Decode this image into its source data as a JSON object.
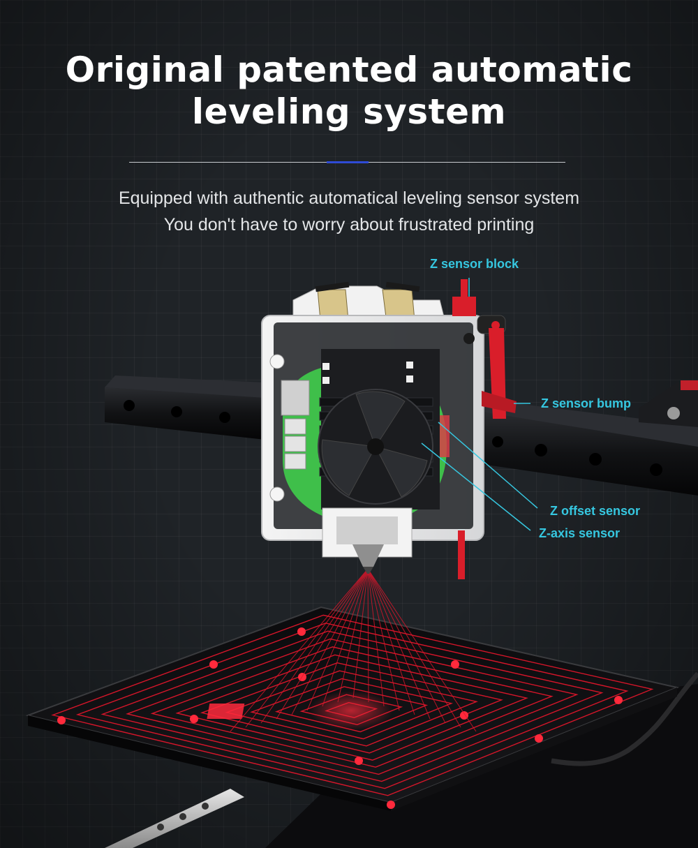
{
  "headline": {
    "line1": "Original patented automatic",
    "line2": "leveling system"
  },
  "subtext": {
    "line1": "Equipped with authentic automatical leveling sensor system",
    "line2": "You don't have to worry about frustrated printing"
  },
  "callouts": {
    "z_sensor_block": "Z sensor block",
    "z_sensor_bump": "Z sensor bump",
    "z_offset_sensor": "Z offset sensor",
    "z_axis_sensor": "Z-axis sensor"
  },
  "colors": {
    "background": "#1f2327",
    "accent_line": "#2f4bd6",
    "callout_text": "#36c7e0",
    "laser_red": "#e0162b",
    "sensor_red": "#d91e2a",
    "board_green": "#3fbf4a"
  },
  "icons": {
    "printhead": "printhead-illustration",
    "bed": "heated-bed-illustration"
  }
}
